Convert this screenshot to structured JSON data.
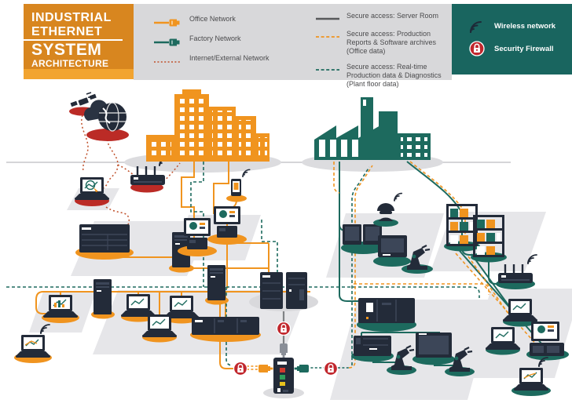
{
  "title": {
    "line1": "INDUSTRIAL",
    "line2": "ETHERNET",
    "line3": "SYSTEM",
    "line4": "ARCHITECTURE"
  },
  "legend": {
    "network_types": [
      {
        "label": "Office Network",
        "style": "solid",
        "color": "#f0941f",
        "icon": "ethernet-plug-icon"
      },
      {
        "label": "Factory Network",
        "style": "solid",
        "color": "#1d6a5e",
        "icon": "ethernet-plug-icon"
      },
      {
        "label": "Internet/External Network",
        "style": "dotted",
        "color": "#c0502a"
      }
    ],
    "secure_access": [
      {
        "label": "Secure access: Server Room",
        "style": "solid",
        "color": "#58595b"
      },
      {
        "label": "Secure access: Production Reports & Software archives (Office data)",
        "style": "dashed",
        "color": "#f0941f"
      },
      {
        "label": "Secure access: Real-time Production data & Diagnostics (Plant floor data)",
        "style": "dashed",
        "color": "#1d6a5e"
      }
    ],
    "wireless_security": [
      {
        "label": "Wireless network",
        "icon": "wifi-icon"
      },
      {
        "label": "Security Firewall",
        "icon": "lock-icon"
      }
    ]
  },
  "colors": {
    "orange": "#f0941f",
    "orange_title": "#d8861f",
    "orange_strip": "#f2a430",
    "teal": "#1d6a5e",
    "teal_box": "#19655f",
    "red_firewall": "#c1272d",
    "internet_dotted": "#c0502a",
    "device_dark": "#232b39",
    "legend_band": "#d8d8da",
    "server_room_gray": "#808285",
    "platform_gray": "#e6e6e9"
  },
  "icons": [
    "satellite-icon",
    "cloud-icon",
    "globe-icon",
    "office-building-icon",
    "factory-building-icon",
    "hacker-laptop-icon",
    "wireless-router-icon",
    "smartphone-icon",
    "rack-server-icon",
    "tower-server-icon",
    "workstation-icon",
    "laptop-icon",
    "wireless-laptop-icon",
    "server-room-racks-icon",
    "network-switch-icon",
    "ethernet-plug-icon",
    "security-lock-icon",
    "hmi-panel-icon",
    "plc-controller-icon",
    "robot-arm-icon",
    "storage-shelf-icon",
    "worker-wireless-icon",
    "wifi-icon",
    "lock-icon"
  ]
}
